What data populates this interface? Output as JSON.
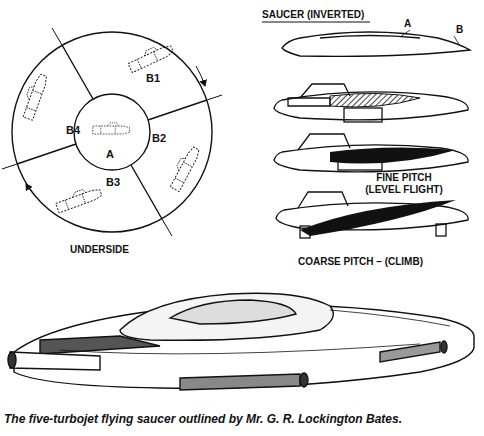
{
  "diagram": {
    "caption": "The five-turbojet flying saucer outlined by Mr. G. R. Lockington Bates.",
    "labels": [
      "SAUCER (INVERTED)",
      "A",
      "B",
      "B1",
      "B4",
      "A",
      "B2",
      "B3",
      "UNDERSIDE",
      "FINE PITCH (LEVEL FLIGHT)",
      "COARSE PITCH – (CLIMB)"
    ]
  }
}
